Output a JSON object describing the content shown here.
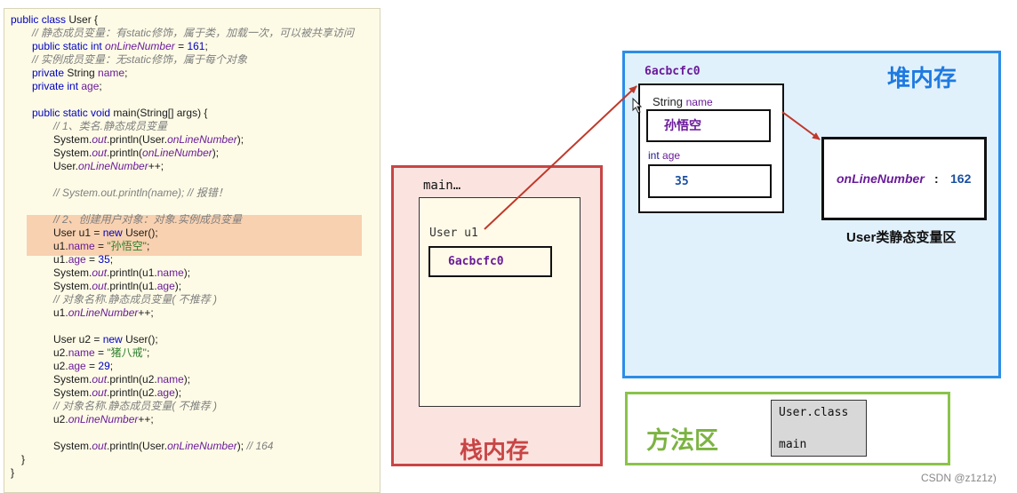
{
  "code": {
    "lines": [
      "public class User {",
      "// 静态成员变量：有static修饰，属于类，加载一次，可以被共享访问",
      "public static int onLineNumber = 161;",
      "// 实例成员变量：无static修饰，属于每个对象",
      "private String name;",
      "private int age;",
      "public static void main(String[] args) {",
      "// 1、类名.静态成员变量",
      "System.out.println(User.onLineNumber);",
      "System.out.println(onLineNumber);",
      "User.onLineNumber++;",
      "// System.out.println(name); // 报错！",
      "// 2、创建用户对象：对象.实例成员变量",
      "User u1 = new User();",
      "u1.name = \"孙悟空\";",
      "u1.age = 35;",
      "System.out.println(u1.name);",
      "System.out.println(u1.age);",
      "// 对象名称.静态成员变量( 不推荐 )",
      "u1.onLineNumber++;",
      "User u2 = new User();",
      "u2.name = \"猪八戒\";",
      "u2.age = 29;",
      "System.out.println(u2.name);",
      "System.out.println(u2.age);",
      "// 对象名称.静态成员变量( 不推荐 )",
      "u2.onLineNumber++;",
      "System.out.println(User.onLineNumber); // 164",
      "}",
      "}"
    ]
  },
  "stack": {
    "title": "栈内存",
    "frame_label": "main…",
    "var_label": "User u1",
    "var_value": "6acbcfc0"
  },
  "heap": {
    "title": "堆内存",
    "address": "6acbcfc0",
    "name_type": "String",
    "name_field": "name",
    "name_value": "孙悟空",
    "age_type": "int",
    "age_field": "age",
    "age_value": "35",
    "static_var": "onLineNumber",
    "static_colon": ":",
    "static_value": "162",
    "static_area_label": "User类静态变量区"
  },
  "method_area": {
    "title": "方法区",
    "class_name": "User.class",
    "method": "main"
  },
  "watermark": "CSDN @z1z1z)",
  "colors": {
    "stack_border": "#c84545",
    "heap_border": "#2b8de8",
    "method_border": "#8bc34a",
    "arrow": "#c0392b",
    "heap_title": "#1e7ae0",
    "stack_title": "#c84545",
    "method_title": "#7cb342"
  }
}
